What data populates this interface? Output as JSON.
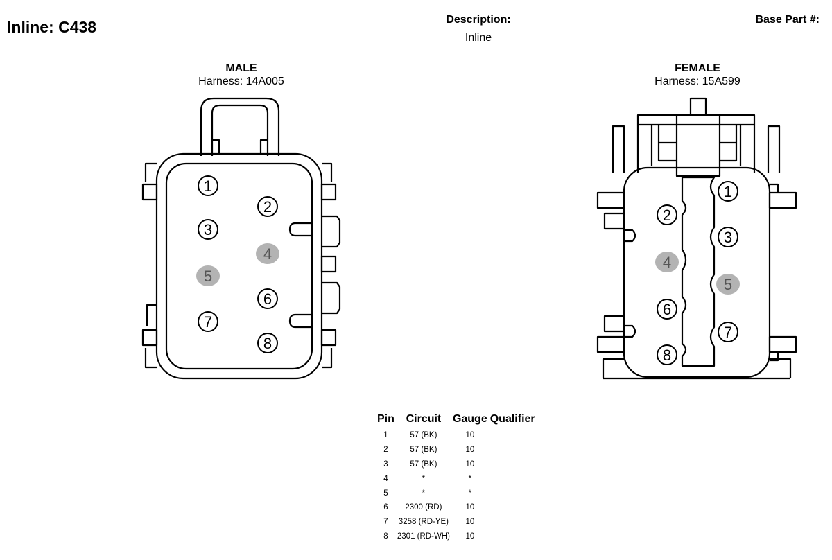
{
  "header": {
    "title": "Inline: C438",
    "description_label": "Description:",
    "description_value": "Inline",
    "base_part_label": "Base Part #:"
  },
  "connectors": {
    "male": {
      "label": "MALE",
      "harness": "Harness: 14A005",
      "pins": [
        "1",
        "2",
        "3",
        "4",
        "5",
        "6",
        "7",
        "8"
      ],
      "empty_pins": [
        "4",
        "5"
      ]
    },
    "female": {
      "label": "FEMALE",
      "harness": "Harness: 15A599",
      "pins": [
        "1",
        "2",
        "3",
        "4",
        "5",
        "6",
        "7",
        "8"
      ],
      "empty_pins": [
        "4",
        "5"
      ]
    }
  },
  "pin_table": {
    "headers": [
      "Pin",
      "Circuit",
      "Gauge",
      "Qualifier"
    ],
    "rows": [
      {
        "pin": "1",
        "circuit": "57 (BK)",
        "gauge": "10",
        "qualifier": ""
      },
      {
        "pin": "2",
        "circuit": "57 (BK)",
        "gauge": "10",
        "qualifier": ""
      },
      {
        "pin": "3",
        "circuit": "57 (BK)",
        "gauge": "10",
        "qualifier": ""
      },
      {
        "pin": "4",
        "circuit": "*",
        "gauge": "*",
        "qualifier": ""
      },
      {
        "pin": "5",
        "circuit": "*",
        "gauge": "*",
        "qualifier": ""
      },
      {
        "pin": "6",
        "circuit": "2300 (RD)",
        "gauge": "10",
        "qualifier": ""
      },
      {
        "pin": "7",
        "circuit": "3258 (RD-YE)",
        "gauge": "10",
        "qualifier": ""
      },
      {
        "pin": "8",
        "circuit": "2301 (RD-WH)",
        "gauge": "10",
        "qualifier": ""
      }
    ]
  },
  "colors": {
    "empty_pin_fill": "#b3b3b3",
    "line": "#000000"
  }
}
